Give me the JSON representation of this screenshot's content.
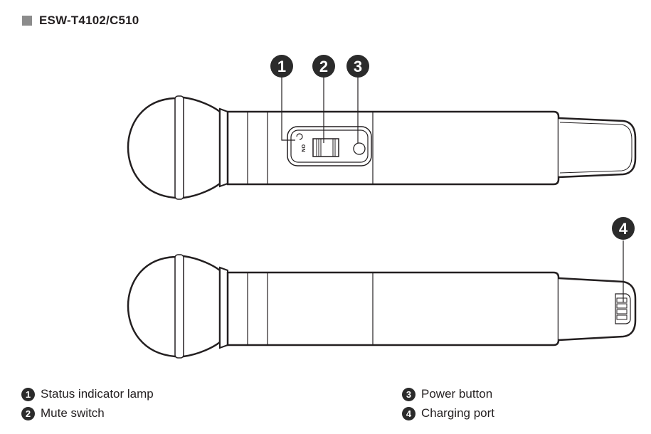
{
  "heading": {
    "model": "ESW-T4102/C510",
    "marker_color": "#8c8c8c"
  },
  "diagram": {
    "front_view": {
      "switch_label": "ON",
      "callouts": [
        {
          "number": "1",
          "target": "status-indicator-lamp"
        },
        {
          "number": "2",
          "target": "mute-switch"
        },
        {
          "number": "3",
          "target": "power-button"
        }
      ]
    },
    "back_view": {
      "callouts": [
        {
          "number": "4",
          "target": "charging-port"
        }
      ]
    },
    "badge_color": "#2b2b2b",
    "line_color": "#231f20"
  },
  "legend": {
    "left": [
      {
        "number": "1",
        "label": "Status indicator lamp"
      },
      {
        "number": "2",
        "label": "Mute switch"
      }
    ],
    "right": [
      {
        "number": "3",
        "label": "Power button"
      },
      {
        "number": "4",
        "label": "Charging port"
      }
    ]
  }
}
